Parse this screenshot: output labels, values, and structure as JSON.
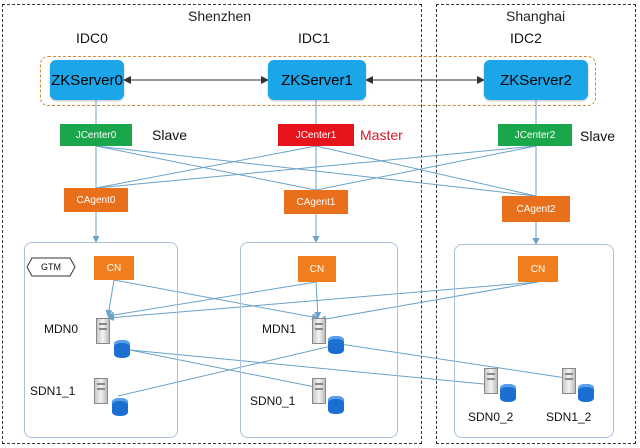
{
  "regions": {
    "shenzhen": "Shenzhen",
    "shanghai": "Shanghai"
  },
  "idcs": [
    "IDC0",
    "IDC1",
    "IDC2"
  ],
  "zkservers": [
    "ZKServer0",
    "ZKServer1",
    "ZKServer2"
  ],
  "jcenters": [
    {
      "label": "JCenter0",
      "role": "Slave",
      "color": "#1aa64a"
    },
    {
      "label": "JCenter1",
      "role": "Master",
      "color": "#e8141c",
      "role_color": "#d21a2a"
    },
    {
      "label": "JCenter2",
      "role": "Slave",
      "color": "#1aa64a"
    }
  ],
  "cagents": [
    "CAgent0",
    "CAgent1",
    "CAgent2"
  ],
  "cn_label": "CN",
  "gtm_label": "GTM",
  "nodes": {
    "mdn0": "MDN0",
    "mdn1": "MDN1",
    "sdn1_1": "SDN1_1",
    "sdn0_1": "SDN0_1",
    "sdn0_2": "SDN0_2",
    "sdn1_2": "SDN1_2"
  },
  "colors": {
    "zk": "#1aa6e8",
    "cagent": "#e86f1c",
    "cn": "#f07e1e",
    "link": "#6aa2c8",
    "group_border": "#aac0dc"
  }
}
